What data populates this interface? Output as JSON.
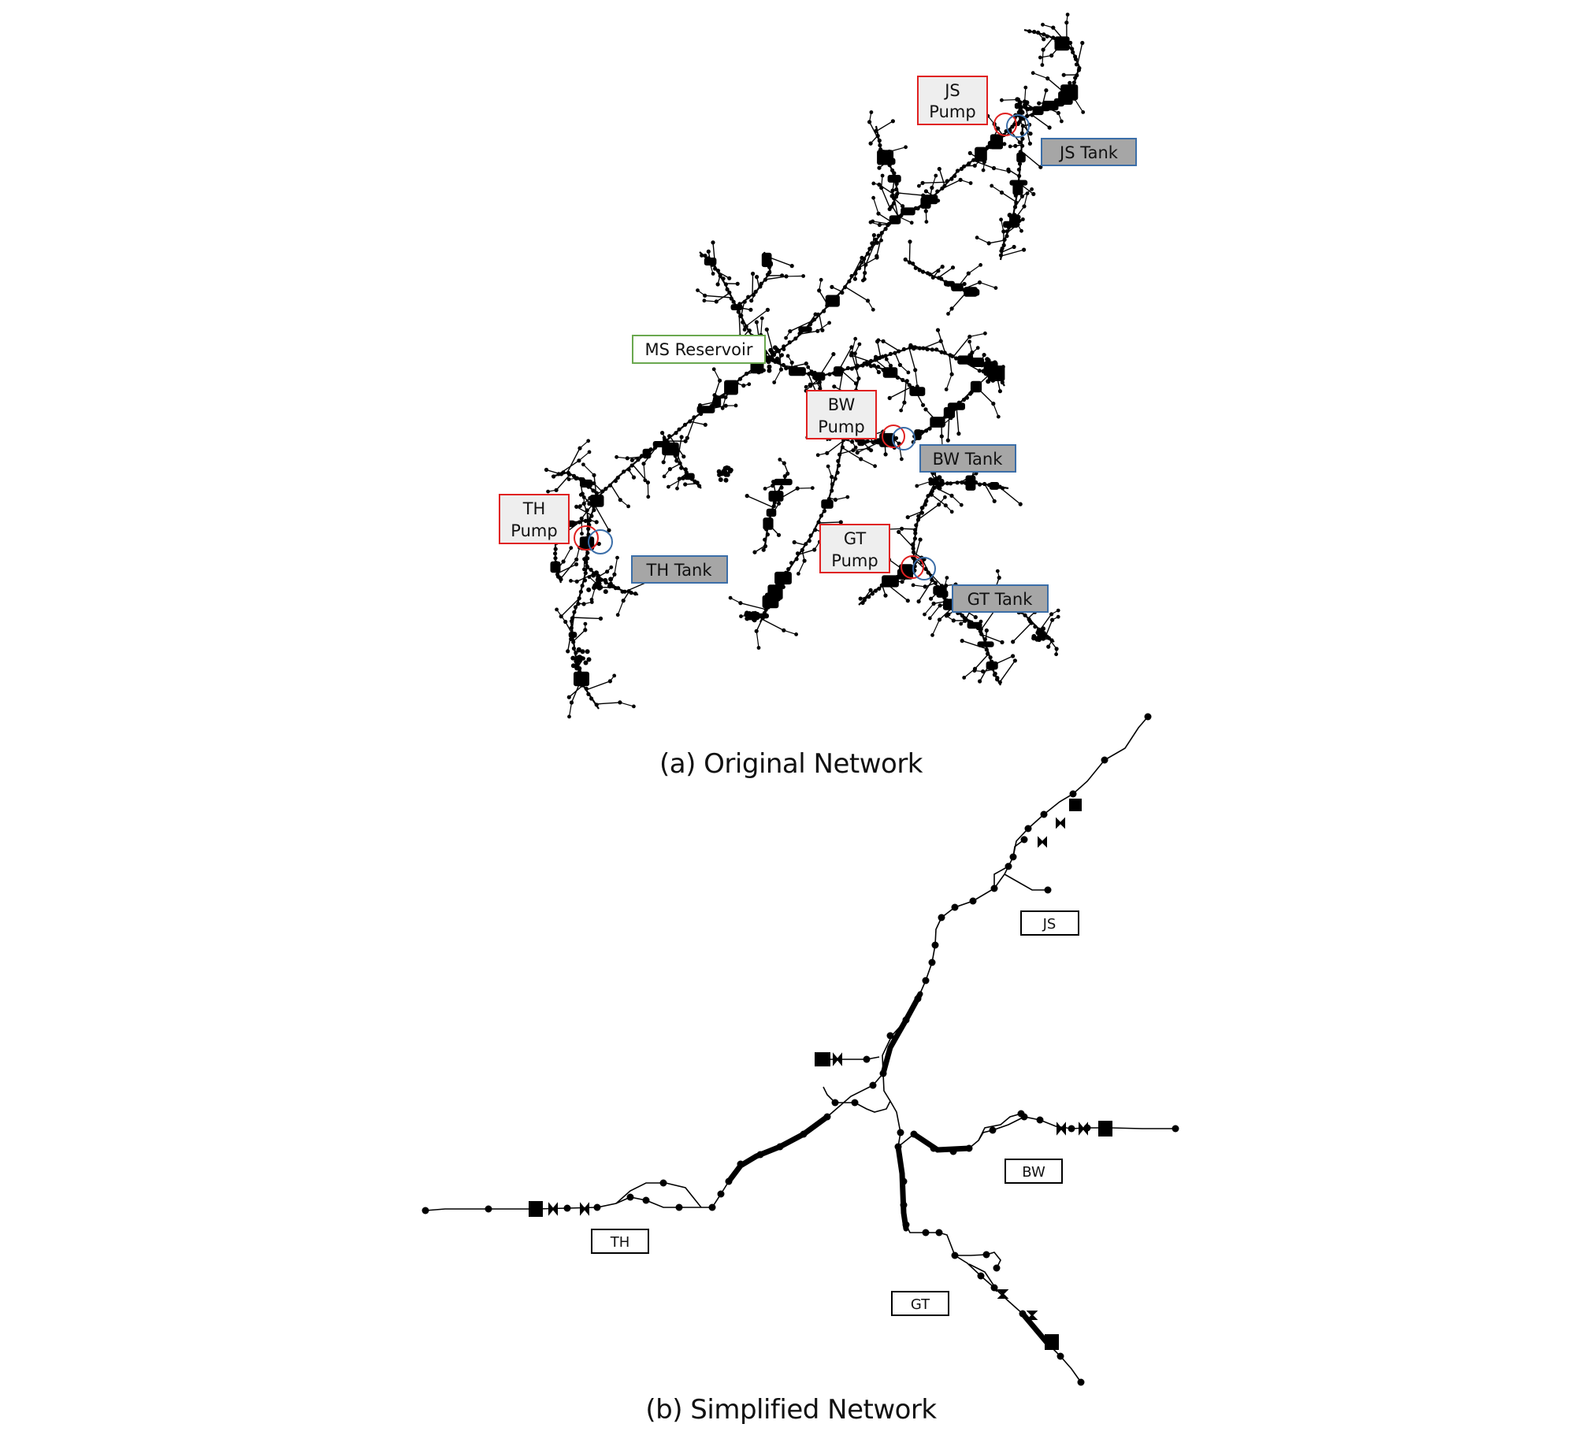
{
  "original": {
    "caption": "(a) Original Network",
    "labels": {
      "js_pump": [
        "JS",
        "Pump"
      ],
      "js_tank": "JS Tank",
      "ms_reservoir": "MS Reservoir",
      "bw_pump": [
        "BW",
        "Pump"
      ],
      "bw_tank": "BW Tank",
      "th_pump": [
        "TH",
        "Pump"
      ],
      "th_tank": "TH Tank",
      "gt_pump": [
        "GT",
        "Pump"
      ],
      "gt_tank": "GT Tank"
    }
  },
  "simplified": {
    "caption": "(b) Simplified Network",
    "labels": {
      "js": "JS",
      "bw": "BW",
      "th": "TH",
      "gt": "GT"
    }
  },
  "colors": {
    "pump_border": "#e02020",
    "pump_fill": "#eeeeee",
    "tank_border": "#3b6ea8",
    "tank_fill": "#a6a6a6",
    "reservoir_border": "#6aa84f",
    "reservoir_fill": "#ffffff",
    "network": "#000000"
  }
}
